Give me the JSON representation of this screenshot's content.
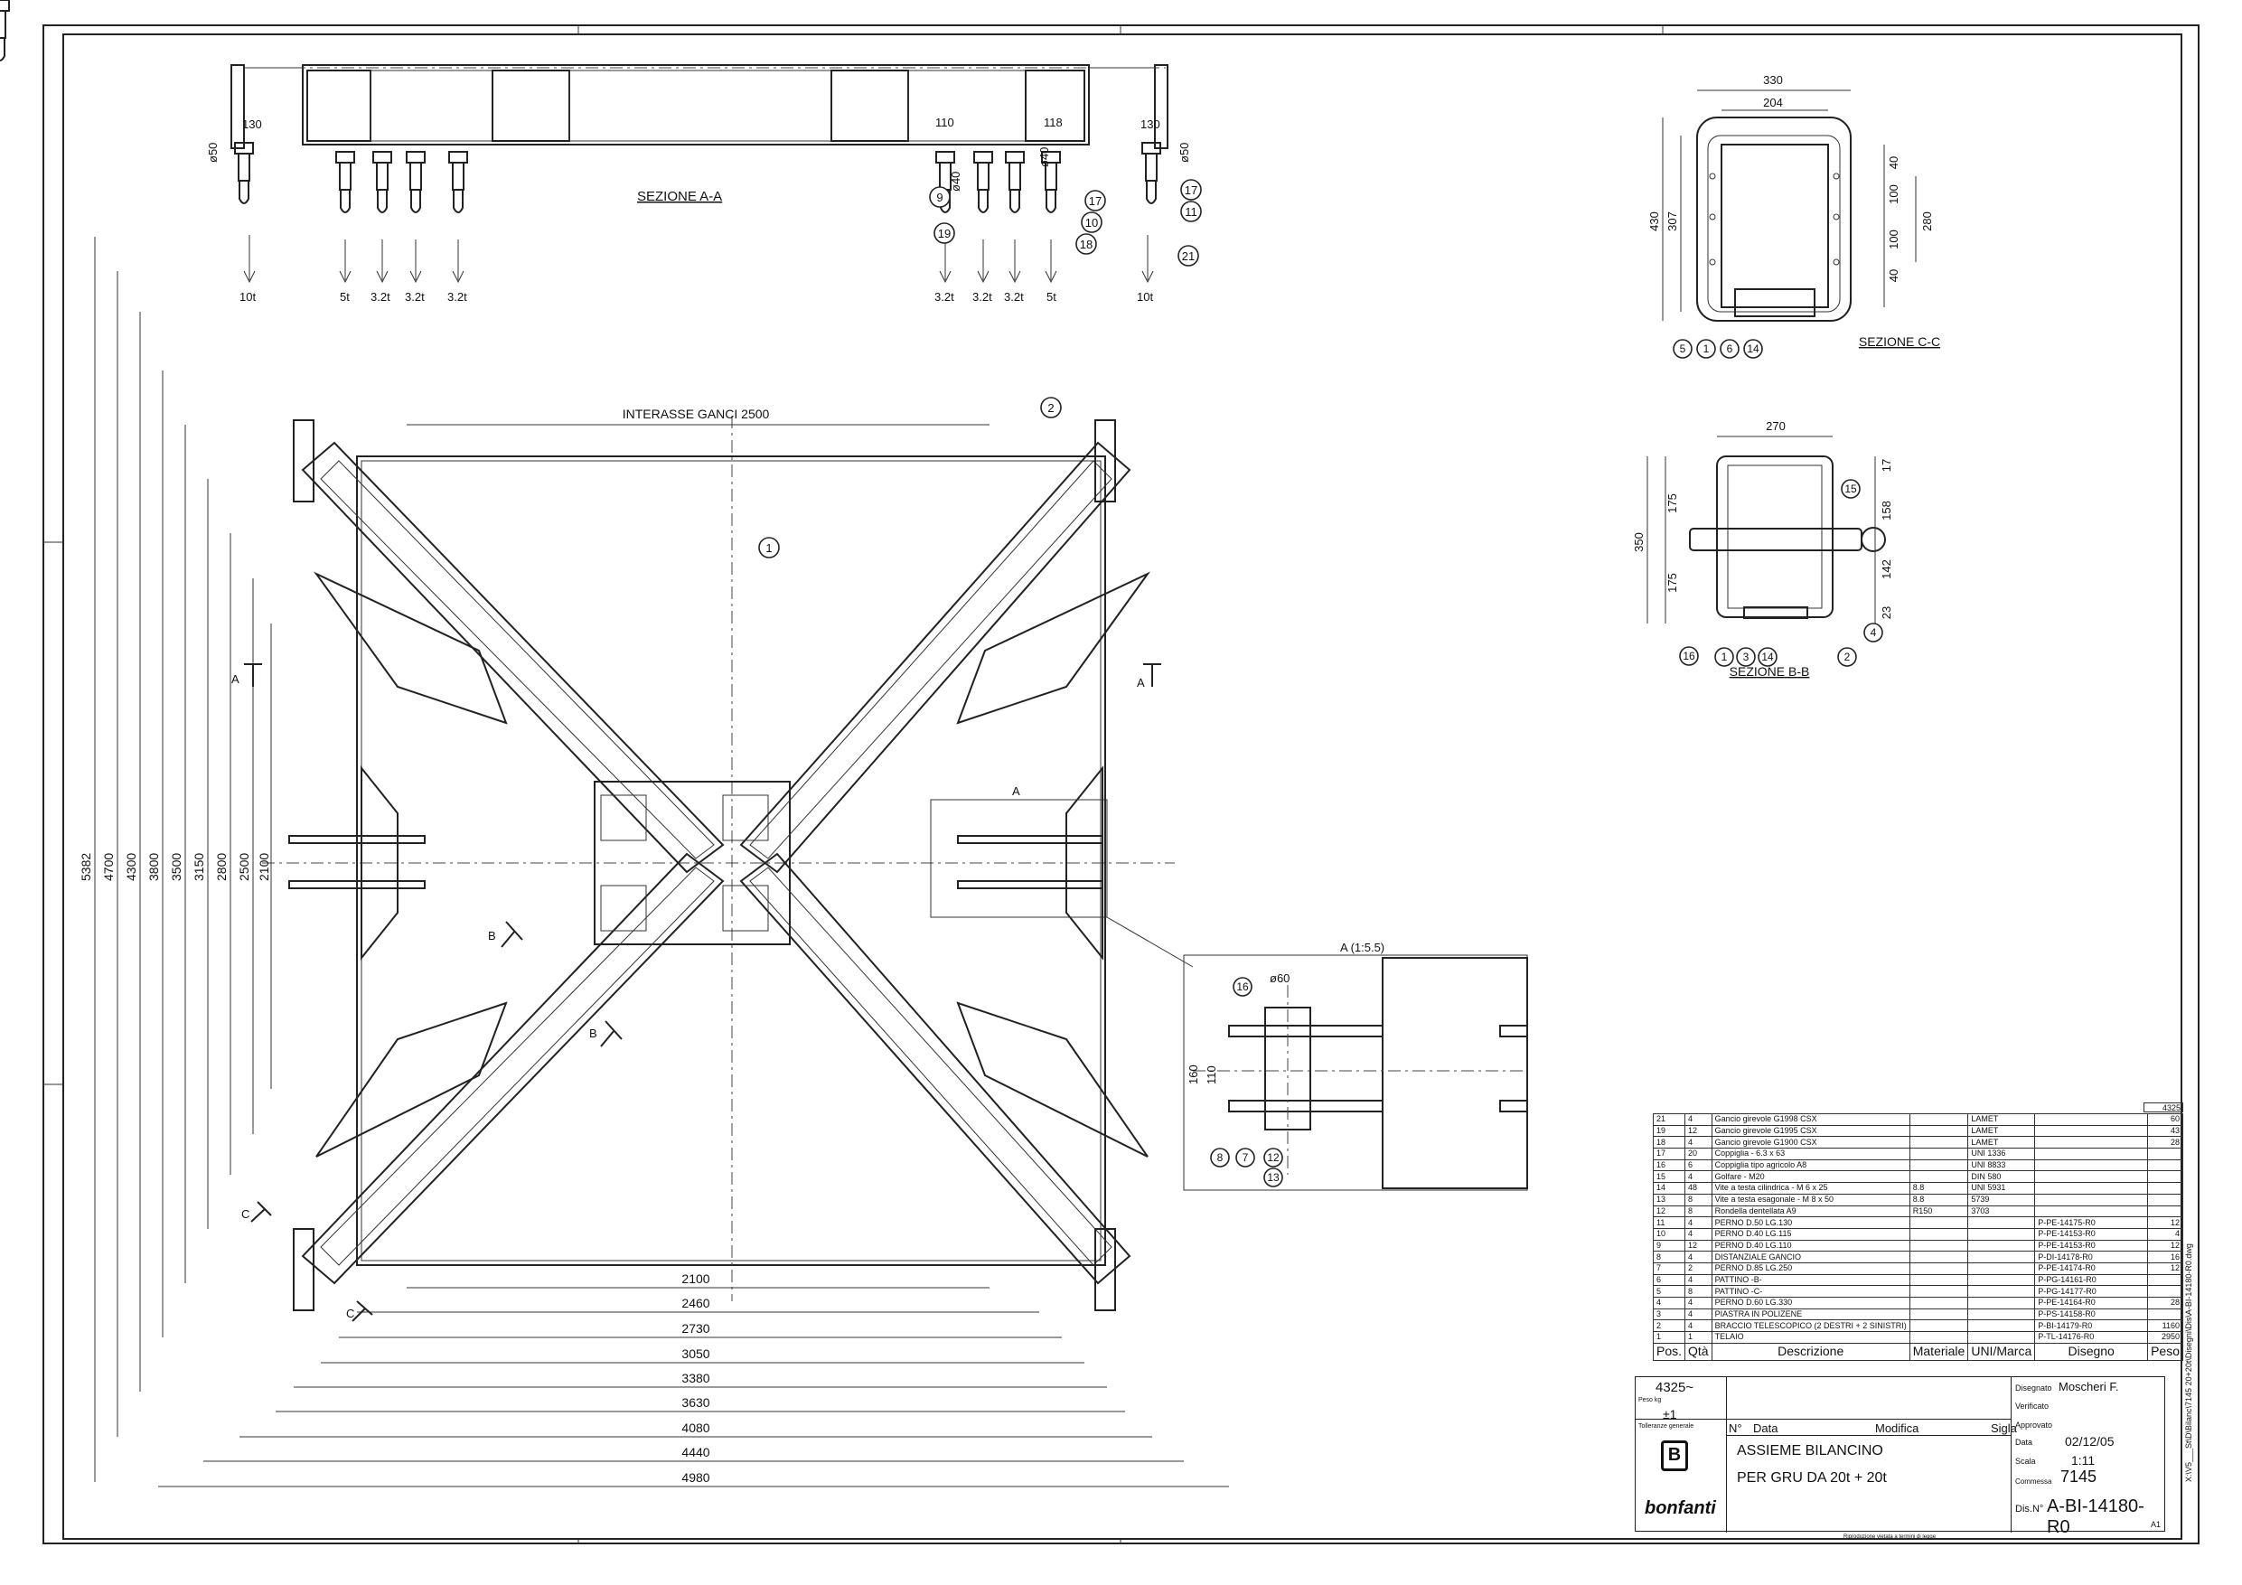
{
  "sheet": {
    "size": "A1"
  },
  "section_labels": {
    "sec_aa": "SEZIONE A-A",
    "sec_cc": "SEZIONE C-C",
    "sec_bb": "SEZIONE B-B",
    "detail_a": "A (1:5.5)",
    "hook_spacing": "INTERASSE GANCI 2500"
  },
  "section_aa": {
    "loads_left": [
      "10t",
      "5t",
      "3.2t",
      "3.2t",
      "3.2t"
    ],
    "loads_right": [
      "3.2t",
      "3.2t",
      "3.2t",
      "5t",
      "10t"
    ],
    "dims": [
      "130",
      "110",
      "118",
      "130",
      "ø50",
      "ø40",
      "ø40",
      "ø50"
    ],
    "balloons": [
      "9",
      "19",
      "17",
      "10",
      "18",
      "17",
      "11",
      "21"
    ]
  },
  "section_cc": {
    "dims": [
      "330",
      "204",
      "430",
      "307",
      "40",
      "100",
      "100",
      "40",
      "280"
    ],
    "balloons": [
      "5",
      "1",
      "6",
      "14"
    ]
  },
  "section_bb": {
    "dims": [
      "270",
      "175",
      "175",
      "350",
      "17",
      "158",
      "142",
      "23"
    ],
    "balloons": [
      "15",
      "4",
      "2",
      "16",
      "1",
      "3",
      "14"
    ]
  },
  "detail_a_data": {
    "dims": [
      "ø60",
      "160",
      "110"
    ],
    "balloons": [
      "16",
      "8",
      "7",
      "12",
      "13"
    ]
  },
  "plan": {
    "balloons": [
      "1",
      "2"
    ],
    "cut_marks": [
      "A",
      "A",
      "B",
      "B",
      "C",
      "C",
      "A"
    ],
    "vertical_dims": [
      "5382",
      "4700",
      "4300",
      "3800",
      "3500",
      "3150",
      "2800",
      "2500",
      "2100"
    ],
    "horizontal_dims": [
      "2100",
      "2460",
      "2730",
      "3050",
      "3380",
      "3630",
      "4080",
      "4440",
      "4980"
    ]
  },
  "bom": {
    "total_weight": "4325",
    "rows": [
      {
        "pos": "21",
        "qty": "4",
        "desc": "Gancio girevole G1998 CSX",
        "mat": "",
        "uni": "LAMET",
        "draw": "",
        "peso": "60"
      },
      {
        "pos": "19",
        "qty": "12",
        "desc": "Gancio girevole G1995 CSX",
        "mat": "",
        "uni": "LAMET",
        "draw": "",
        "peso": "43"
      },
      {
        "pos": "18",
        "qty": "4",
        "desc": "Gancio girevole G1900 CSX",
        "mat": "",
        "uni": "LAMET",
        "draw": "",
        "peso": "28"
      },
      {
        "pos": "17",
        "qty": "20",
        "desc": "Coppiglia - 6.3 x 63",
        "mat": "",
        "uni": "UNI 1336",
        "draw": "",
        "peso": ""
      },
      {
        "pos": "16",
        "qty": "6",
        "desc": "Coppiglia tipo agricolo A8",
        "mat": "",
        "uni": "UNI 8833",
        "draw": "",
        "peso": ""
      },
      {
        "pos": "15",
        "qty": "4",
        "desc": "Golfare - M20",
        "mat": "",
        "uni": "DIN 580",
        "draw": "",
        "peso": ""
      },
      {
        "pos": "14",
        "qty": "48",
        "desc": "Vite a testa cilindrica - M 6 x 25",
        "mat": "8.8",
        "uni": "UNI 5931",
        "draw": "",
        "peso": ""
      },
      {
        "pos": "13",
        "qty": "8",
        "desc": "Vite a testa esagonale - M 8 x 50",
        "mat": "8.8",
        "uni": "5739",
        "draw": "",
        "peso": ""
      },
      {
        "pos": "12",
        "qty": "8",
        "desc": "Rondella dentellata A9",
        "mat": "R150",
        "uni": "3703",
        "draw": "",
        "peso": ""
      },
      {
        "pos": "11",
        "qty": "4",
        "desc": "PERNO D.50 LG.130",
        "mat": "",
        "uni": "",
        "draw": "P-PE-14175-R0",
        "peso": "12"
      },
      {
        "pos": "10",
        "qty": "4",
        "desc": "PERNO D.40 LG.115",
        "mat": "",
        "uni": "",
        "draw": "P-PE-14153-R0",
        "peso": "4"
      },
      {
        "pos": "9",
        "qty": "12",
        "desc": "PERNO D.40 LG.110",
        "mat": "",
        "uni": "",
        "draw": "P-PE-14153-R0",
        "peso": "12"
      },
      {
        "pos": "8",
        "qty": "4",
        "desc": "DISTANZIALE GANCIO",
        "mat": "",
        "uni": "",
        "draw": "P-DI-14178-R0",
        "peso": "16"
      },
      {
        "pos": "7",
        "qty": "2",
        "desc": "PERNO D.85 LG.250",
        "mat": "",
        "uni": "",
        "draw": "P-PE-14174-R0",
        "peso": "12"
      },
      {
        "pos": "6",
        "qty": "4",
        "desc": "PATTINO -B-",
        "mat": "",
        "uni": "",
        "draw": "P-PG-14161-R0",
        "peso": ""
      },
      {
        "pos": "5",
        "qty": "8",
        "desc": "PATTINO -C-",
        "mat": "",
        "uni": "",
        "draw": "P-PG-14177-R0",
        "peso": ""
      },
      {
        "pos": "4",
        "qty": "4",
        "desc": "PERNO D.60 LG.330",
        "mat": "",
        "uni": "",
        "draw": "P-PE-14164-R0",
        "peso": "28"
      },
      {
        "pos": "3",
        "qty": "4",
        "desc": "PIASTRA IN POLIZENE",
        "mat": "",
        "uni": "",
        "draw": "P-PS-14158-R0",
        "peso": ""
      },
      {
        "pos": "2",
        "qty": "4",
        "desc": "BRACCIO TELESCOPICO (2 DESTRI + 2 SINISTRI)",
        "mat": "",
        "uni": "",
        "draw": "P-BI-14179-R0",
        "peso": "1160"
      },
      {
        "pos": "1",
        "qty": "1",
        "desc": "TELAIO",
        "mat": "",
        "uni": "",
        "draw": "P-TL-14176-R0",
        "peso": "2950"
      }
    ],
    "headers": {
      "pos": "Pos.",
      "qty": "Qtà",
      "desc": "Descrizione",
      "mat": "Materiale",
      "uni": "UNI/Marca",
      "draw": "Disegno",
      "peso": "Peso"
    }
  },
  "title_block": {
    "weight_value": "4325~",
    "weight_label": "Peso kg",
    "tolerance_value": "±1",
    "tolerance_label": "Tolleranze generale",
    "rev_headers": [
      "N°",
      "Data",
      "Modifica",
      "Sigla"
    ],
    "title_line1": "ASSIEME BILANCINO",
    "title_line2": "PER GRU DA 20t + 20t",
    "logo_text": "bonfanti",
    "disegnato_label": "Disegnato",
    "disegnato_value": "Moscheri F.",
    "verificato_label": "Verificato",
    "approvato_label": "Approvato",
    "data_label": "Data",
    "data_value": "02/12/05",
    "scala_label": "Scala",
    "scala_value": "1:11",
    "commessa_label": "Commessa",
    "commessa_value": "7145",
    "dis_label": "Dis.N°",
    "dis_value": "A-BI-14180-R0",
    "sheet_format": "A1",
    "reproduction_note": "Riproduzione vietata a termini di legge",
    "file_path": "X:\\V5___St\\D\\Bilanc\\7145 20+20t\\Disegni\\Dis\\A-BI-14180-R0.dwg"
  }
}
